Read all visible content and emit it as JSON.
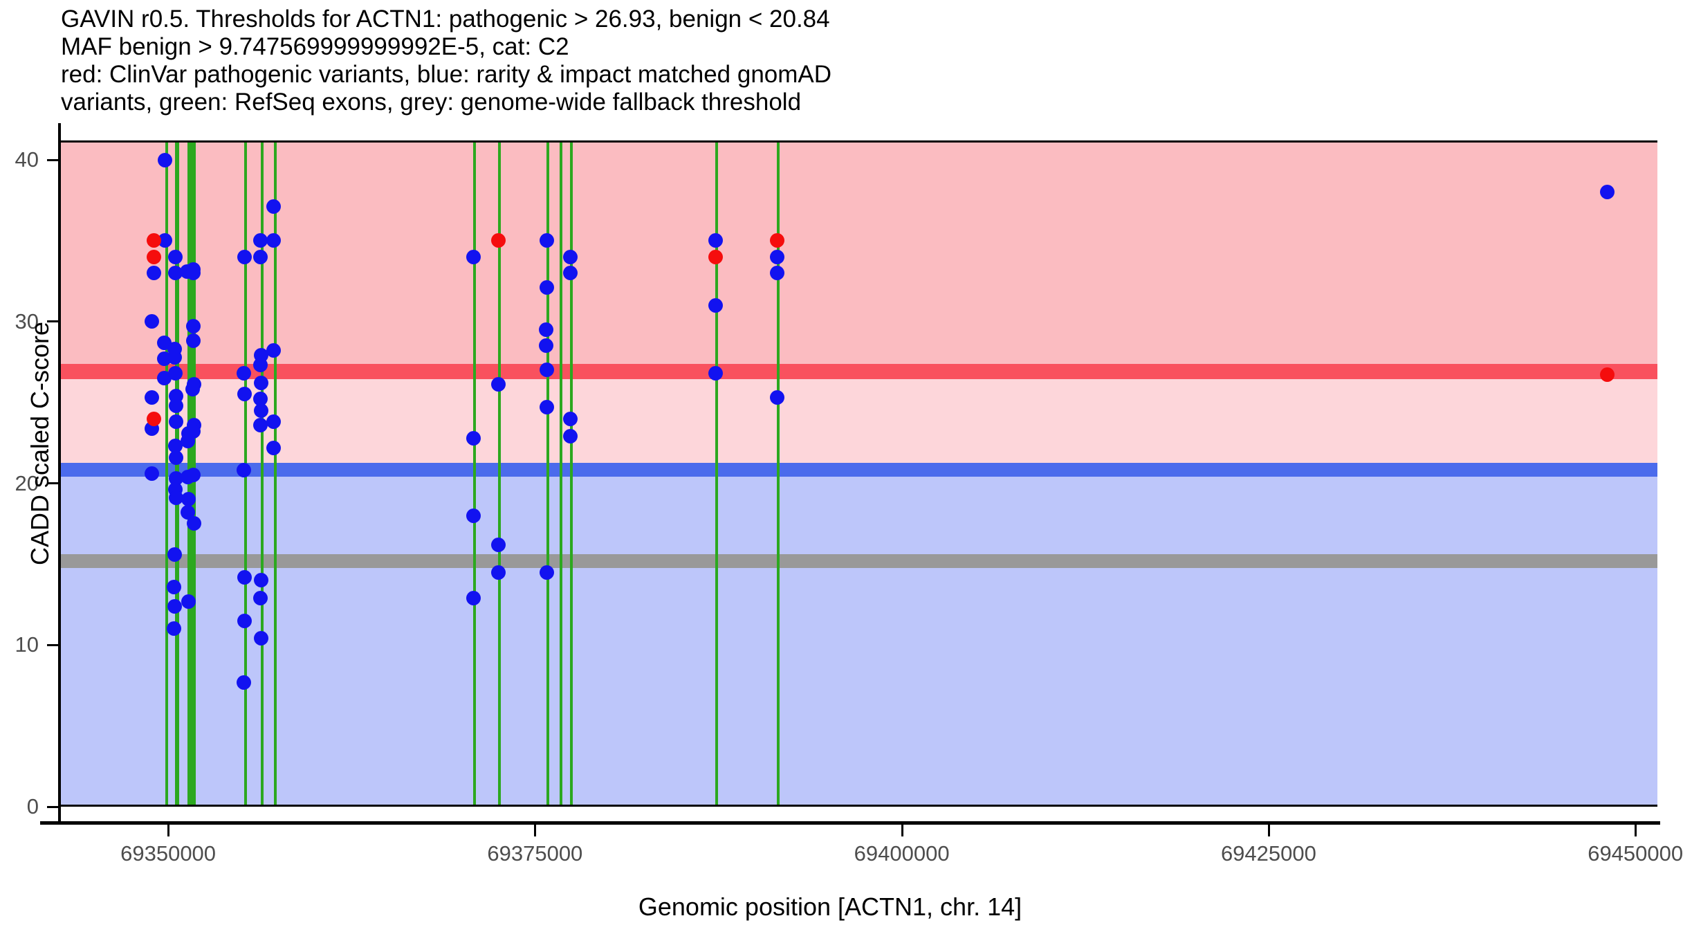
{
  "title": {
    "line1": "GAVIN r0.5. Thresholds for ACTN1: pathogenic > 26.93, benign < 20.84",
    "line2": "MAF benign > 9.747569999999992E-5, cat: C2",
    "line3": "red: ClinVar pathogenic variants, blue: rarity & impact matched gnomAD",
    "line4": "variants, green: RefSeq exons, grey: genome-wide fallback threshold"
  },
  "axes": {
    "y_title": "CADD scaled C-score",
    "x_title": "Genomic position [ACTN1, chr. 14]",
    "y_ticks": [
      0,
      10,
      20,
      30,
      40
    ],
    "y_tick_labels": [
      "0",
      "10",
      "20",
      "30",
      "40"
    ],
    "x_ticks": [
      69350000,
      69375000,
      69400000,
      69425000,
      69450000
    ],
    "x_tick_labels": [
      "69350000",
      "69375000",
      "69400000",
      "69425000",
      "69450000"
    ]
  },
  "colors": {
    "pathogenic_band": "#fbbcc1",
    "pathogenic_line": "#f9515e",
    "vus_band": "#fdd6da",
    "benign_line": "#4b6bec",
    "benign_band": "#bdc6fa",
    "fallback_line": "#999999",
    "clinvar_point": "#f50d0d",
    "gnomad_point": "#1212f0",
    "exon_line": "#2ca81f"
  },
  "chart_data": {
    "type": "scatter",
    "title": "GAVIN r0.5. Thresholds for ACTN1: pathogenic > 26.93, benign < 20.84",
    "subtitle": "MAF benign > 9.747569999999992E-5, cat: C2",
    "xlabel": "Genomic position [ACTN1, chr. 14]",
    "ylabel": "CADD scaled C-score",
    "xlim": [
      69342500,
      69451500
    ],
    "ylim": [
      0,
      41.2
    ],
    "grid": false,
    "legend": "none",
    "gene": "ACTN1",
    "chromosome": "14",
    "thresholds": {
      "pathogenic_gt": 26.93,
      "benign_lt": 20.84,
      "genome_wide_fallback": 15.2,
      "maf_benign_gt": "9.747569999999992E-5",
      "category": "C2"
    },
    "series": [
      {
        "name": "ClinVar pathogenic variants",
        "color": "#f50d0d",
        "marker": "circle",
        "points": [
          {
            "x": 69349050,
            "y": 35.0
          },
          {
            "x": 69349050,
            "y": 34.0
          },
          {
            "x": 69349050,
            "y": 24.0
          },
          {
            "x": 69372500,
            "y": 35.0
          },
          {
            "x": 69387300,
            "y": 34.0
          },
          {
            "x": 69391500,
            "y": 35.0
          },
          {
            "x": 69448100,
            "y": 26.7
          }
        ]
      },
      {
        "name": "rarity & impact matched gnomAD variants",
        "color": "#1212f0",
        "marker": "circle",
        "points": [
          {
            "x": 69349800,
            "y": 40.0
          },
          {
            "x": 69349800,
            "y": 35.0
          },
          {
            "x": 69349050,
            "y": 33.0
          },
          {
            "x": 69348900,
            "y": 30.0
          },
          {
            "x": 69349750,
            "y": 28.7
          },
          {
            "x": 69349750,
            "y": 27.7
          },
          {
            "x": 69349750,
            "y": 26.5
          },
          {
            "x": 69348900,
            "y": 25.3
          },
          {
            "x": 69348900,
            "y": 23.4
          },
          {
            "x": 69348900,
            "y": 20.6
          },
          {
            "x": 69350500,
            "y": 34.0
          },
          {
            "x": 69350500,
            "y": 33.0
          },
          {
            "x": 69350450,
            "y": 28.3
          },
          {
            "x": 69350450,
            "y": 27.8
          },
          {
            "x": 69350500,
            "y": 26.8
          },
          {
            "x": 69350520,
            "y": 25.4
          },
          {
            "x": 69350550,
            "y": 24.8
          },
          {
            "x": 69350560,
            "y": 23.8
          },
          {
            "x": 69350500,
            "y": 22.3
          },
          {
            "x": 69350540,
            "y": 21.6
          },
          {
            "x": 69350520,
            "y": 20.3
          },
          {
            "x": 69350480,
            "y": 19.6
          },
          {
            "x": 69350560,
            "y": 19.1
          },
          {
            "x": 69350450,
            "y": 15.6
          },
          {
            "x": 69350400,
            "y": 13.6
          },
          {
            "x": 69350450,
            "y": 12.4
          },
          {
            "x": 69350400,
            "y": 11.0
          },
          {
            "x": 69351300,
            "y": 33.1
          },
          {
            "x": 69351400,
            "y": 23.1
          },
          {
            "x": 69351350,
            "y": 22.6
          },
          {
            "x": 69351350,
            "y": 20.4
          },
          {
            "x": 69351400,
            "y": 19.0
          },
          {
            "x": 69351350,
            "y": 18.2
          },
          {
            "x": 69351400,
            "y": 12.7
          },
          {
            "x": 69351700,
            "y": 33.2
          },
          {
            "x": 69351700,
            "y": 33.0
          },
          {
            "x": 69351700,
            "y": 29.7
          },
          {
            "x": 69351700,
            "y": 28.8
          },
          {
            "x": 69351750,
            "y": 26.1
          },
          {
            "x": 69351650,
            "y": 25.8
          },
          {
            "x": 69351750,
            "y": 23.6
          },
          {
            "x": 69351700,
            "y": 23.2
          },
          {
            "x": 69351700,
            "y": 20.5
          },
          {
            "x": 69351750,
            "y": 17.5
          },
          {
            "x": 69355200,
            "y": 34.0
          },
          {
            "x": 69355150,
            "y": 26.8
          },
          {
            "x": 69355200,
            "y": 25.5
          },
          {
            "x": 69355150,
            "y": 20.8
          },
          {
            "x": 69355200,
            "y": 14.2
          },
          {
            "x": 69355200,
            "y": 11.5
          },
          {
            "x": 69355150,
            "y": 7.7
          },
          {
            "x": 69356300,
            "y": 35.0
          },
          {
            "x": 69356300,
            "y": 34.0
          },
          {
            "x": 69356350,
            "y": 27.9
          },
          {
            "x": 69356300,
            "y": 27.3
          },
          {
            "x": 69356350,
            "y": 26.2
          },
          {
            "x": 69356300,
            "y": 25.2
          },
          {
            "x": 69356350,
            "y": 24.5
          },
          {
            "x": 69356300,
            "y": 23.6
          },
          {
            "x": 69356350,
            "y": 14.0
          },
          {
            "x": 69356300,
            "y": 12.9
          },
          {
            "x": 69356350,
            "y": 10.4
          },
          {
            "x": 69357200,
            "y": 37.1
          },
          {
            "x": 69357200,
            "y": 35.0
          },
          {
            "x": 69357200,
            "y": 28.2
          },
          {
            "x": 69357200,
            "y": 23.8
          },
          {
            "x": 69357200,
            "y": 22.2
          },
          {
            "x": 69370800,
            "y": 34.0
          },
          {
            "x": 69370800,
            "y": 22.8
          },
          {
            "x": 69370800,
            "y": 18.0
          },
          {
            "x": 69370800,
            "y": 12.9
          },
          {
            "x": 69372500,
            "y": 26.1
          },
          {
            "x": 69372500,
            "y": 16.2
          },
          {
            "x": 69372500,
            "y": 14.5
          },
          {
            "x": 69375800,
            "y": 35.0
          },
          {
            "x": 69375800,
            "y": 32.1
          },
          {
            "x": 69375750,
            "y": 29.5
          },
          {
            "x": 69375750,
            "y": 28.5
          },
          {
            "x": 69375800,
            "y": 27.0
          },
          {
            "x": 69375800,
            "y": 24.7
          },
          {
            "x": 69375800,
            "y": 14.5
          },
          {
            "x": 69377400,
            "y": 34.0
          },
          {
            "x": 69377400,
            "y": 33.0
          },
          {
            "x": 69377400,
            "y": 24.0
          },
          {
            "x": 69377400,
            "y": 22.9
          },
          {
            "x": 69387300,
            "y": 35.0
          },
          {
            "x": 69387300,
            "y": 31.0
          },
          {
            "x": 69387300,
            "y": 26.8
          },
          {
            "x": 69391500,
            "y": 34.0
          },
          {
            "x": 69391500,
            "y": 33.0
          },
          {
            "x": 69391500,
            "y": 25.3
          },
          {
            "x": 69448100,
            "y": 38.0
          }
        ]
      }
    ],
    "exon_positions": [
      69349800,
      69350450,
      69350550,
      69351300,
      69351520,
      69351700,
      69355200,
      69356300,
      69357200,
      69370800,
      69372500,
      69375800,
      69376700,
      69377400,
      69387300,
      69391500
    ]
  }
}
